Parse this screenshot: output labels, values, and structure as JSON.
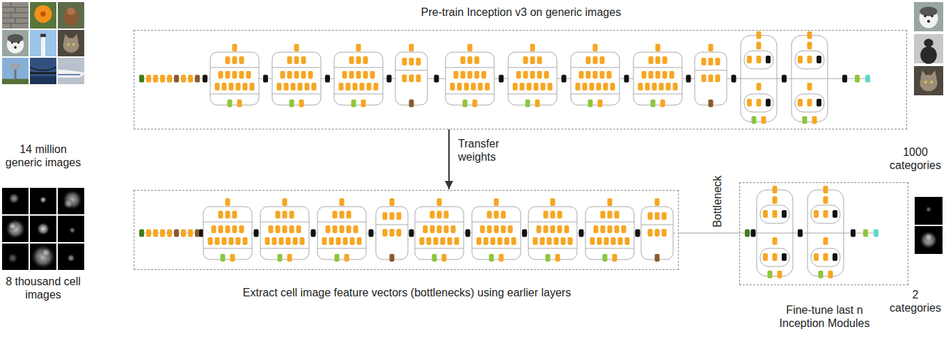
{
  "diagram": {
    "nodes": [
      {
        "text": [
          "Pre-train Inception v3 on generic images"
        ]
      },
      {
        "text": [
          "Extract cell image feature vectors (bottlenecks) using earlier layers"
        ]
      },
      {
        "text": [
          "Fine-tune last n Inception Modules"
        ]
      }
    ],
    "edges": [
      {
        "from": 0,
        "to": 1,
        "arrow": "to",
        "label": "Transfer weights"
      },
      {
        "from": 1,
        "to": 2,
        "arrow": "none",
        "label": "Bottleneck"
      }
    ],
    "labels": [
      "14 million generic images",
      "1000 categories",
      "8 thousand cell images",
      "2 categories"
    ]
  }
}
